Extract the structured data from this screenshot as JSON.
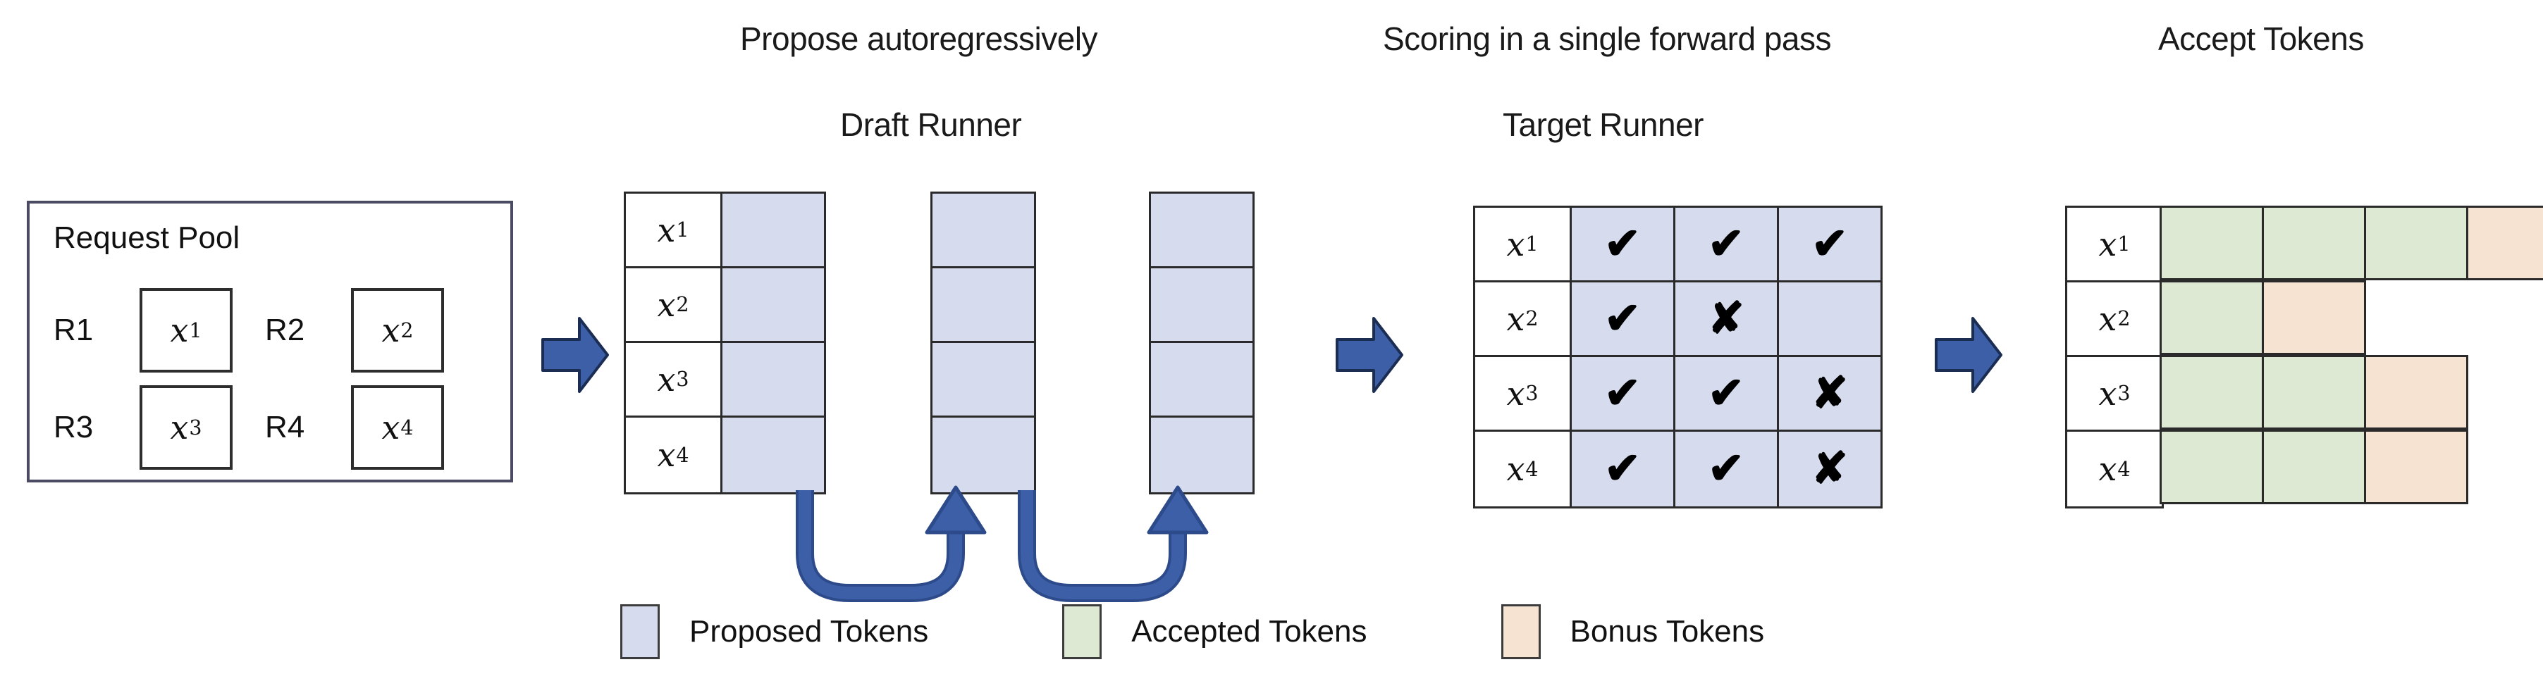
{
  "headers": {
    "propose": "Propose autoregressively",
    "draft_runner": "Draft Runner",
    "scoring": "Scoring in a single forward pass",
    "target_runner": "Target Runner",
    "accept": "Accept Tokens"
  },
  "request_pool": {
    "title": "Request Pool",
    "requests": [
      {
        "label": "R1",
        "token": "x",
        "sub": "1"
      },
      {
        "label": "R2",
        "token": "x",
        "sub": "2"
      },
      {
        "label": "R3",
        "token": "x",
        "sub": "3"
      },
      {
        "label": "R4",
        "token": "x",
        "sub": "4"
      }
    ]
  },
  "row_labels": [
    {
      "token": "x",
      "sub": "1"
    },
    {
      "token": "x",
      "sub": "2"
    },
    {
      "token": "x",
      "sub": "3"
    },
    {
      "token": "x",
      "sub": "4"
    }
  ],
  "draft_runner": {
    "steps": 3,
    "rows": 4,
    "cell_fill": "proposed",
    "arrow_label": "recurrence-arrow"
  },
  "target_runner": {
    "columns": 3,
    "marks": [
      [
        "check",
        "check",
        "check"
      ],
      [
        "check",
        "cross",
        "blank"
      ],
      [
        "check",
        "check",
        "cross"
      ],
      [
        "check",
        "check",
        "cross"
      ]
    ],
    "glyphs": {
      "check": "✔",
      "cross": "✘",
      "blank": ""
    }
  },
  "accept_tokens": {
    "rows": [
      [
        "accepted",
        "accepted",
        "accepted",
        "bonus"
      ],
      [
        "accepted",
        "bonus"
      ],
      [
        "accepted",
        "accepted",
        "bonus"
      ],
      [
        "accepted",
        "accepted",
        "bonus"
      ]
    ]
  },
  "legend": [
    {
      "name": "proposed",
      "label": "Proposed Tokens",
      "color": "#d6dcee"
    },
    {
      "name": "accepted",
      "label": "Accepted Tokens",
      "color": "#dde9d2"
    },
    {
      "name": "bonus",
      "label": "Bonus Tokens",
      "color": "#f6e3d2"
    }
  ],
  "colors": {
    "proposed": "#d6dcee",
    "accepted": "#dde9d2",
    "bonus": "#f6e3d2",
    "arrow_blue": "#3c5fa8",
    "arrow_blue_dark": "#2d4a8a",
    "stroke": "#2a2a2a",
    "background": "#ffffff"
  }
}
